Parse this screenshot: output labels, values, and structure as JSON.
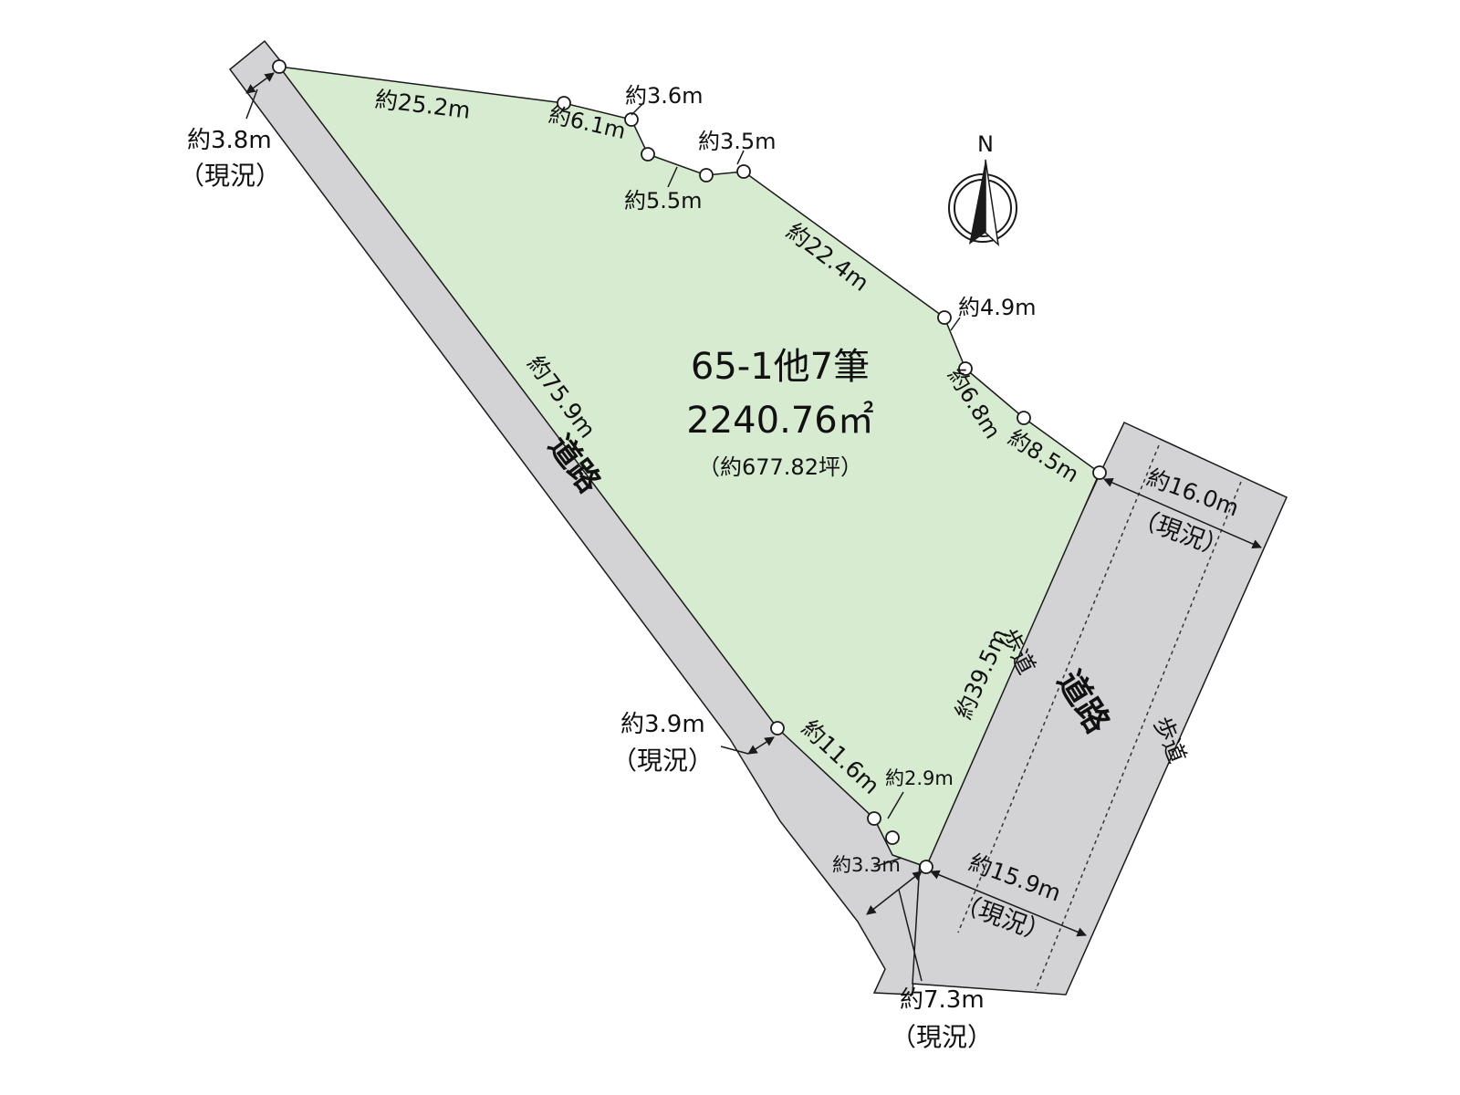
{
  "lot": {
    "name": "65-1他7筆",
    "area": "2240.76㎡",
    "area_tsubo": "（約677.82坪）"
  },
  "colors": {
    "lot_fill": "#d7ebd0",
    "road_fill": "#d3d3d6",
    "line": "#1a1a1a"
  },
  "compass": {
    "north_label": "N"
  },
  "roads": {
    "west_road_label": "道路",
    "east_road_label": "道路",
    "sidewalk_left": "歩道",
    "sidewalk_right": "歩道"
  },
  "dimensions": {
    "top_25_2": "約25.2m",
    "top_6_1": "約6.1m",
    "top_3_6": "約3.6m",
    "top_5_5": "約5.5m",
    "top_3_5": "約3.5m",
    "ne_22_4": "約22.4m",
    "ne_4_9": "約4.9m",
    "ne_6_8": "約6.8m",
    "ne_8_5": "約8.5m",
    "west_75_9": "約75.9m",
    "east_39_5": "約39.5m",
    "south_11_6": "約11.6m",
    "south_2_9": "約2.9m",
    "south_3_3": "約3.3m"
  },
  "road_widths": {
    "nw_width": "約3.8m",
    "nw_note": "（現況）",
    "w_width": "約3.9m",
    "w_note": "（現況）",
    "e_top_width": "約16.0m",
    "e_top_note": "（現況）",
    "e_bottom_width": "約15.9m",
    "e_bottom_note": "（現況）",
    "s_width": "約7.3m",
    "s_note": "（現況）"
  }
}
